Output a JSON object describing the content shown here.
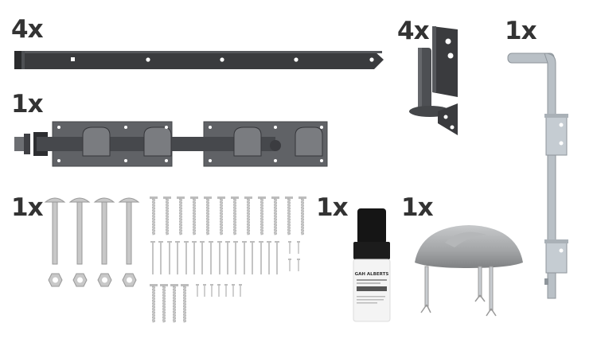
{
  "colors": {
    "background": "#ffffff",
    "label_text": "#333333",
    "black_steel": "#3a3b3e",
    "black_steel_highlight": "#5a5c60",
    "galvanized": "#b9c0c6",
    "galvanized_dark": "#8e959b",
    "stainless": "#c8c8c8",
    "dome_silver": "#a4a6a8",
    "bottle_cap": "#151515",
    "bottle_body": "#f4f4f4"
  },
  "components": [
    {
      "id": "strap-hinge",
      "quantity": "4x",
      "icon": "strap-hinge-icon"
    },
    {
      "id": "gate-drop-latch",
      "quantity": "1x",
      "icon": "double-gate-latch-icon"
    },
    {
      "id": "hinge-pin-plate",
      "quantity": "4x",
      "icon": "hinge-pin-icon"
    },
    {
      "id": "drop-bolt",
      "quantity": "1x",
      "icon": "drop-bolt-icon"
    },
    {
      "id": "carriage-bolts-screws",
      "quantity": "1x",
      "icon": "bolts-and-screws-icon"
    },
    {
      "id": "touch-up-paint",
      "quantity": "1x",
      "icon": "touch-up-paint-bottle-icon",
      "brand": "GAH ALBERTS"
    },
    {
      "id": "ground-stop",
      "quantity": "1x",
      "icon": "gate-ground-stop-icon"
    }
  ]
}
